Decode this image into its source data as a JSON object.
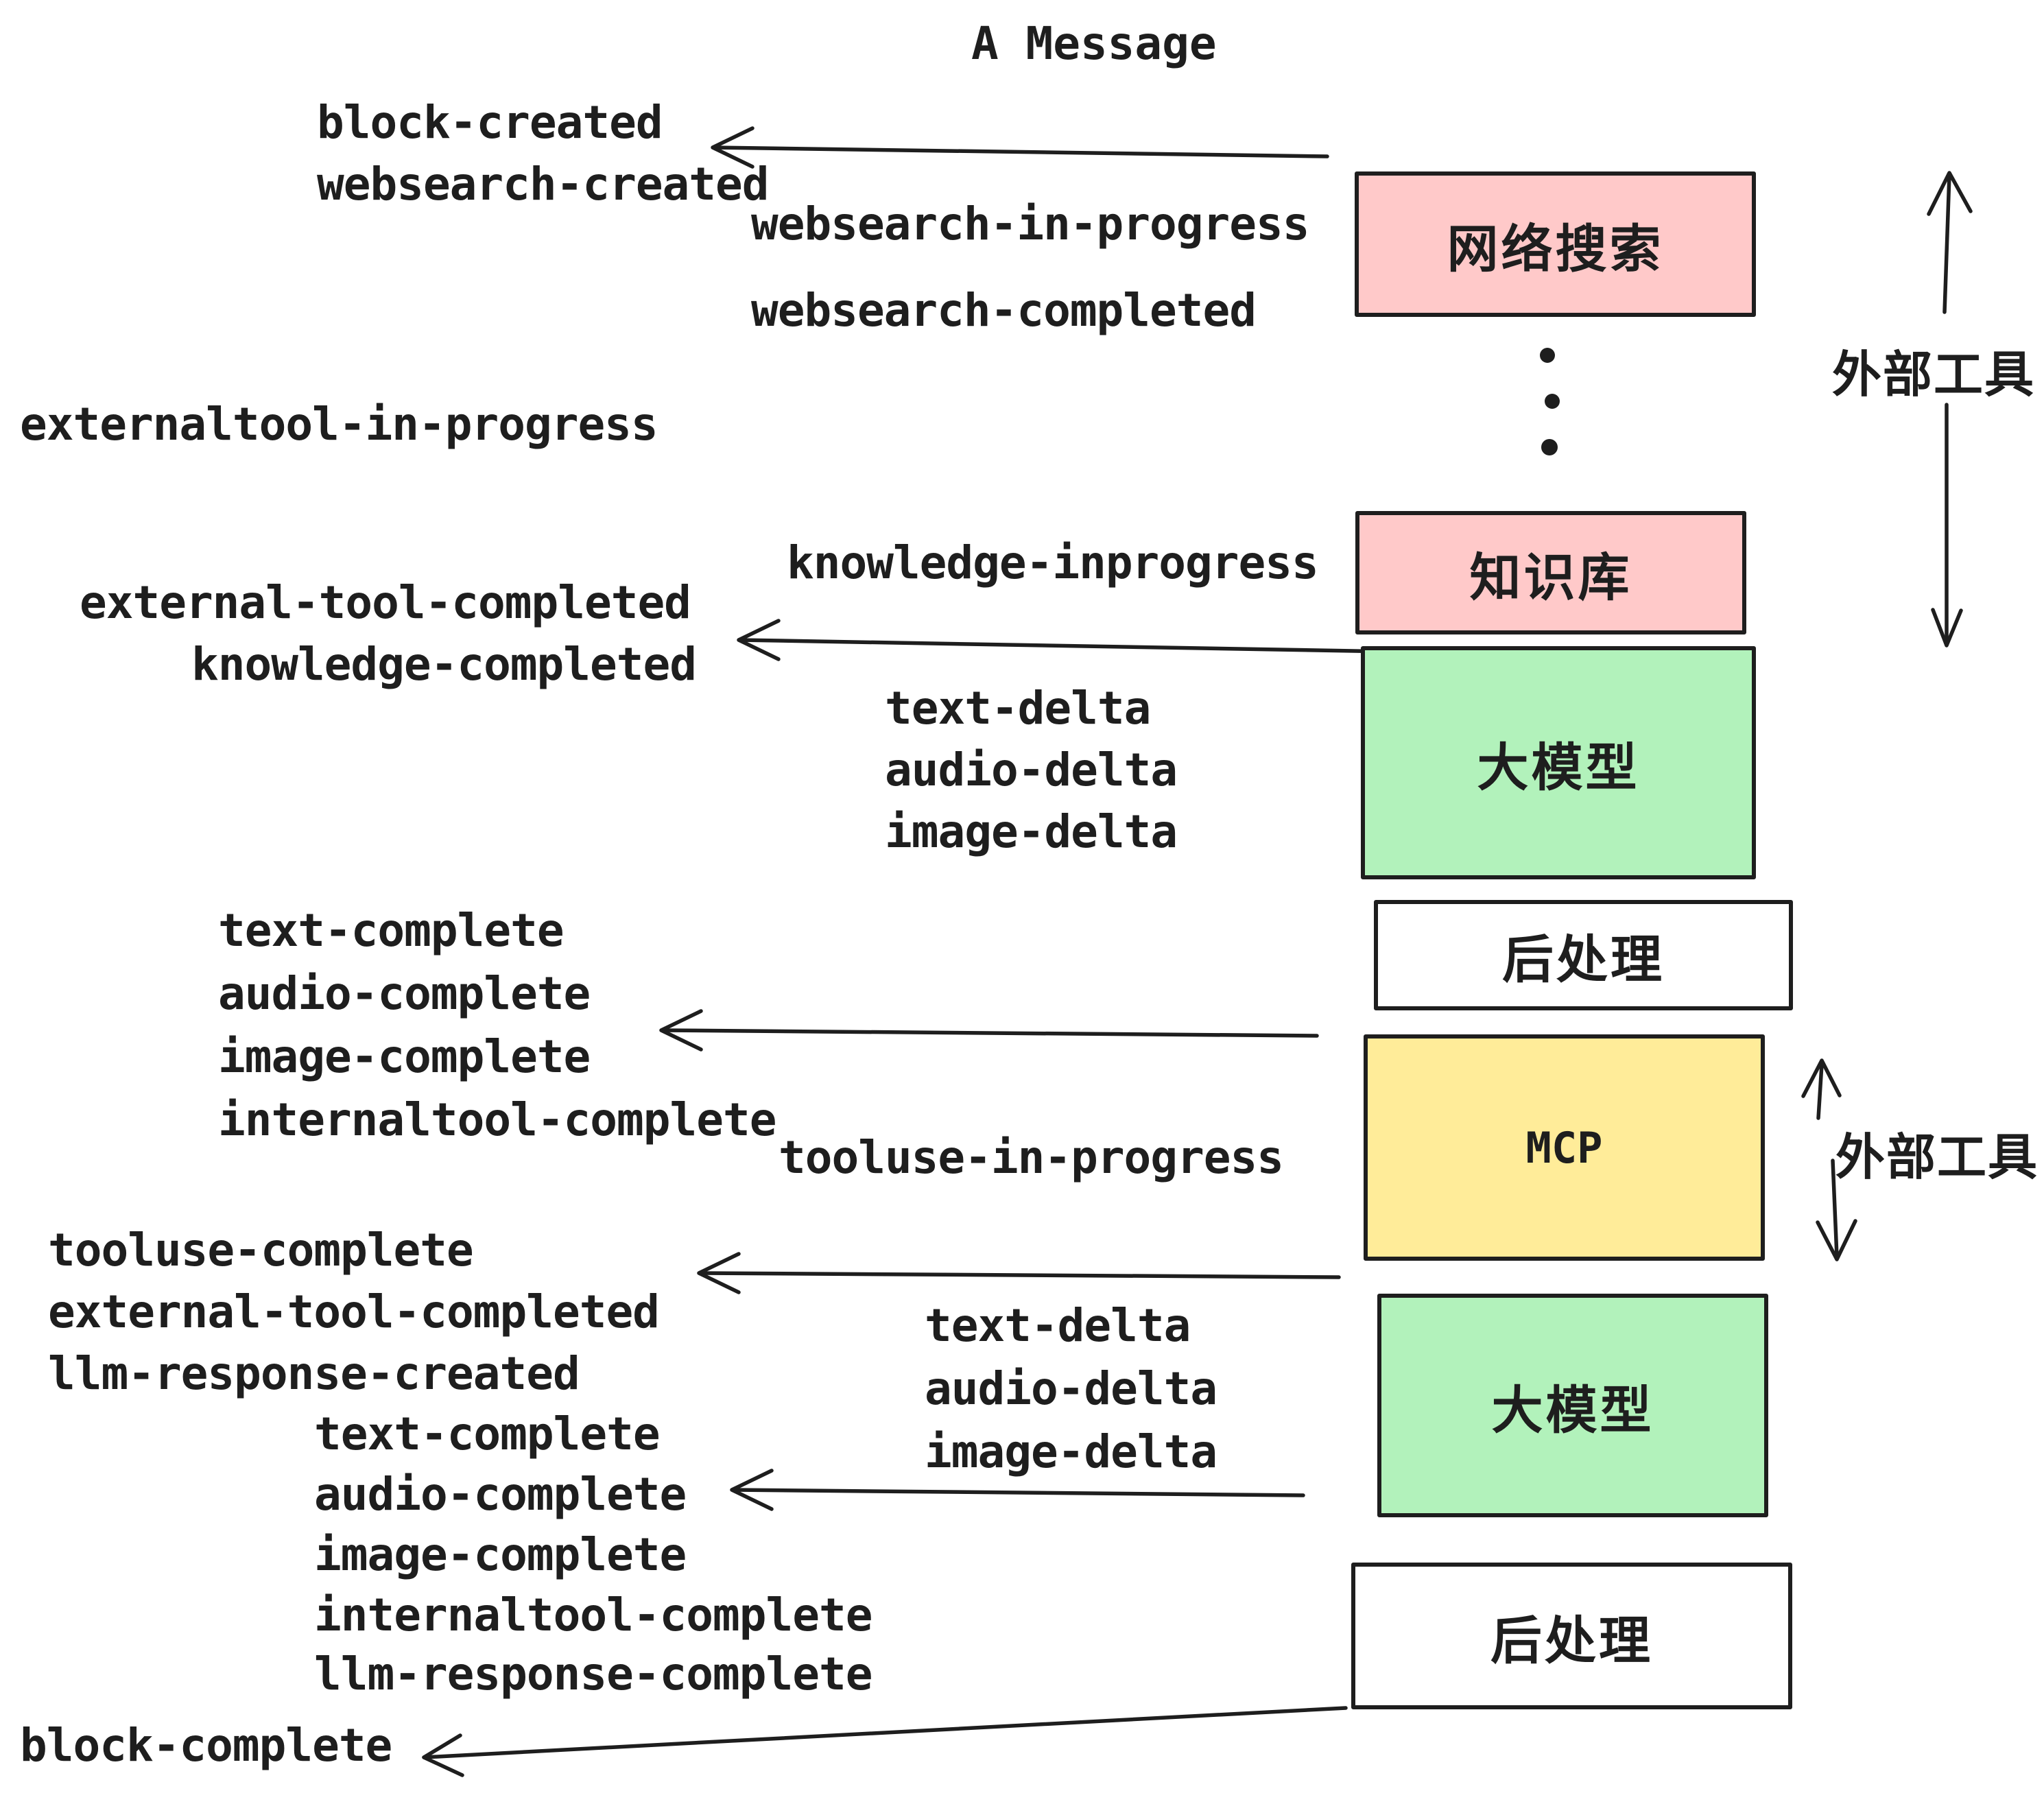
{
  "title": "A Message",
  "colors": {
    "background": "#ffffff",
    "stroke": "#1e1e1e",
    "box_pink": "#ffc9c9",
    "box_green": "#b2f2bb",
    "box_yellow": "#ffec99",
    "box_white": "#ffffff"
  },
  "boxes": [
    {
      "label": "网络搜索",
      "color": "pink"
    },
    {
      "label": "知识库",
      "color": "pink"
    },
    {
      "label": "大模型",
      "color": "green"
    },
    {
      "label": "后处理",
      "color": "white"
    },
    {
      "label": "MCP",
      "color": "yellow"
    },
    {
      "label": "大模型",
      "color": "green"
    },
    {
      "label": "后处理",
      "color": "white"
    }
  ],
  "annotations": [
    {
      "label": "外部工具"
    },
    {
      "label": "外部工具"
    }
  ],
  "events": [
    {
      "text": "block-created"
    },
    {
      "text": "websearch-created"
    },
    {
      "text": "websearch-in-progress"
    },
    {
      "text": "websearch-completed"
    },
    {
      "text": "externaltool-in-progress"
    },
    {
      "text": "knowledge-inprogress"
    },
    {
      "text": "external-tool-completed"
    },
    {
      "text": "knowledge-completed"
    },
    {
      "text": "text-delta"
    },
    {
      "text": "audio-delta"
    },
    {
      "text": "image-delta"
    },
    {
      "text": "text-complete"
    },
    {
      "text": "audio-complete"
    },
    {
      "text": "image-complete"
    },
    {
      "text": "internaltool-complete"
    },
    {
      "text": "tooluse-in-progress"
    },
    {
      "text": "tooluse-complete"
    },
    {
      "text": "external-tool-completed"
    },
    {
      "text": "llm-response-created"
    },
    {
      "text": "text-delta"
    },
    {
      "text": "audio-delta"
    },
    {
      "text": "image-delta"
    },
    {
      "text": "text-complete"
    },
    {
      "text": "audio-complete"
    },
    {
      "text": "image-complete"
    },
    {
      "text": "internaltool-complete"
    },
    {
      "text": "llm-response-complete"
    },
    {
      "text": "block-complete"
    }
  ]
}
